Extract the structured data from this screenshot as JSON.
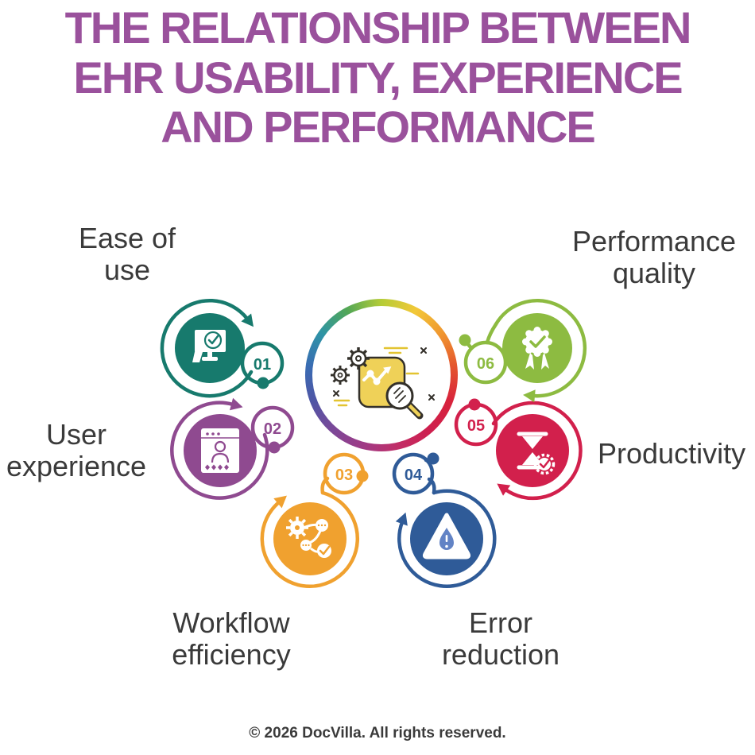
{
  "title": {
    "lines": [
      "THE RELATIONSHIP BETWEEN",
      "EHR USABILITY, EXPERIENCE",
      "AND PERFORMANCE"
    ],
    "color": "#9a519c"
  },
  "label_color": "#3a3a3a",
  "center": {
    "icon": "analytics-gears-magnifier-illustration",
    "ring_colors": [
      "#b5cc37",
      "#f2c838",
      "#f0962f",
      "#e4552e",
      "#d8233c",
      "#ce1f4e",
      "#c22d66",
      "#a03a85",
      "#7b4898",
      "#4f55a5",
      "#3a6cb3",
      "#2e94a6",
      "#52a756",
      "#b5cc37"
    ]
  },
  "diagram": {
    "nodes": [
      {
        "number": "01",
        "label": "Ease of use",
        "label_lines": [
          "Ease of",
          "use"
        ],
        "color": "#177a6d",
        "icon": "monitor-check-hand-icon"
      },
      {
        "number": "02",
        "label": "User experience",
        "label_lines": [
          "User",
          "experience"
        ],
        "color": "#8f4a90",
        "icon": "profile-rating-card-icon"
      },
      {
        "number": "03",
        "label": "Workflow efficiency",
        "label_lines": [
          "Workflow",
          "efficiency"
        ],
        "color": "#f0a12f",
        "icon": "workflow-gear-check-icon"
      },
      {
        "number": "04",
        "label": "Error reduction",
        "label_lines": [
          "Error",
          "reduction"
        ],
        "color": "#2f5b98",
        "icon": "warning-triangle-drop-icon"
      },
      {
        "number": "05",
        "label": "Productivity",
        "label_lines": [
          "Productivity"
        ],
        "color": "#d2204c",
        "icon": "hourglass-gear-check-icon"
      },
      {
        "number": "06",
        "label": "Performance quality",
        "label_lines": [
          "Performance",
          "quality"
        ],
        "color": "#8dbb41",
        "icon": "award-ribbon-check-icon"
      }
    ]
  },
  "footer": {
    "text": "© 2026 DocVilla. All rights reserved."
  }
}
